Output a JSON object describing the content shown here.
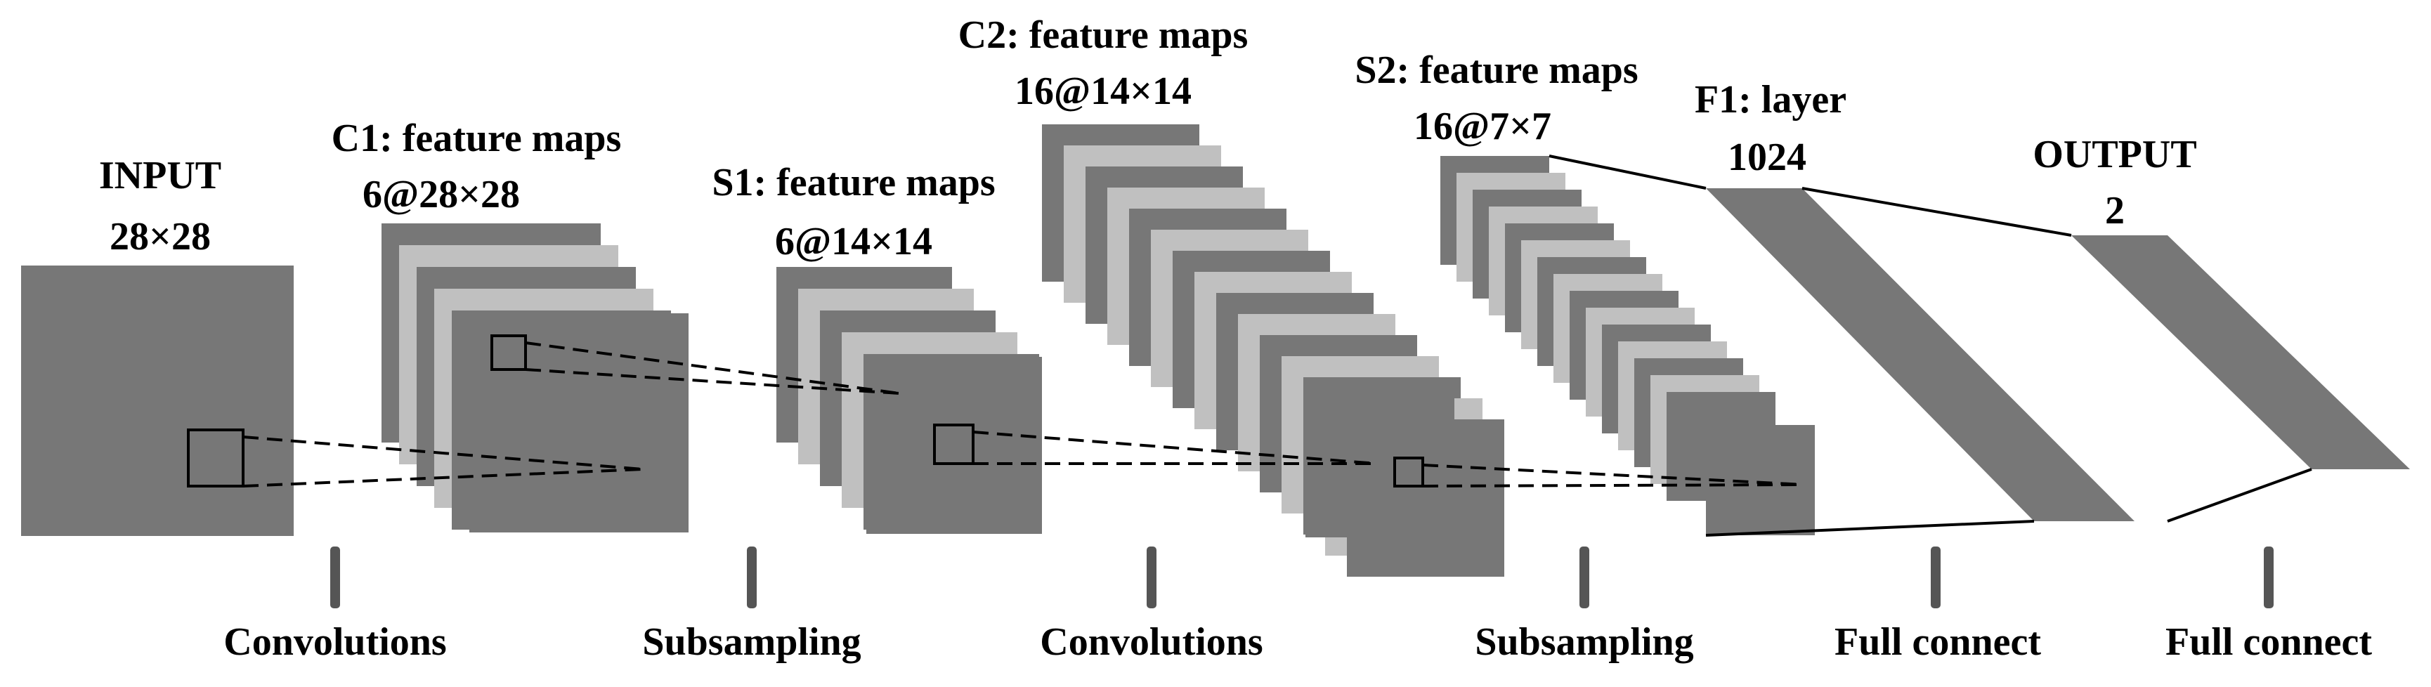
{
  "colors": {
    "dark_map": "#777777",
    "light_map": "#c0c0c0",
    "line": "#000000",
    "tick": "#555555",
    "background": "#ffffff"
  },
  "layers": {
    "input": {
      "title": "INPUT",
      "size": "28×28"
    },
    "c1": {
      "title": "C1: feature maps",
      "size": "6@28×28"
    },
    "s1": {
      "title": "S1: feature maps",
      "size": "6@14×14"
    },
    "c2": {
      "title": "C2: feature maps",
      "size": "16@14×14"
    },
    "s2": {
      "title": "S2: feature maps",
      "size": "16@7×7"
    },
    "f1": {
      "title": "F1: layer",
      "size": "1024"
    },
    "output": {
      "title": "OUTPUT",
      "size": "2"
    }
  },
  "operations": [
    "Convolutions",
    "Subsampling",
    "Convolutions",
    "Subsampling",
    "Full connect",
    "Full connect"
  ]
}
